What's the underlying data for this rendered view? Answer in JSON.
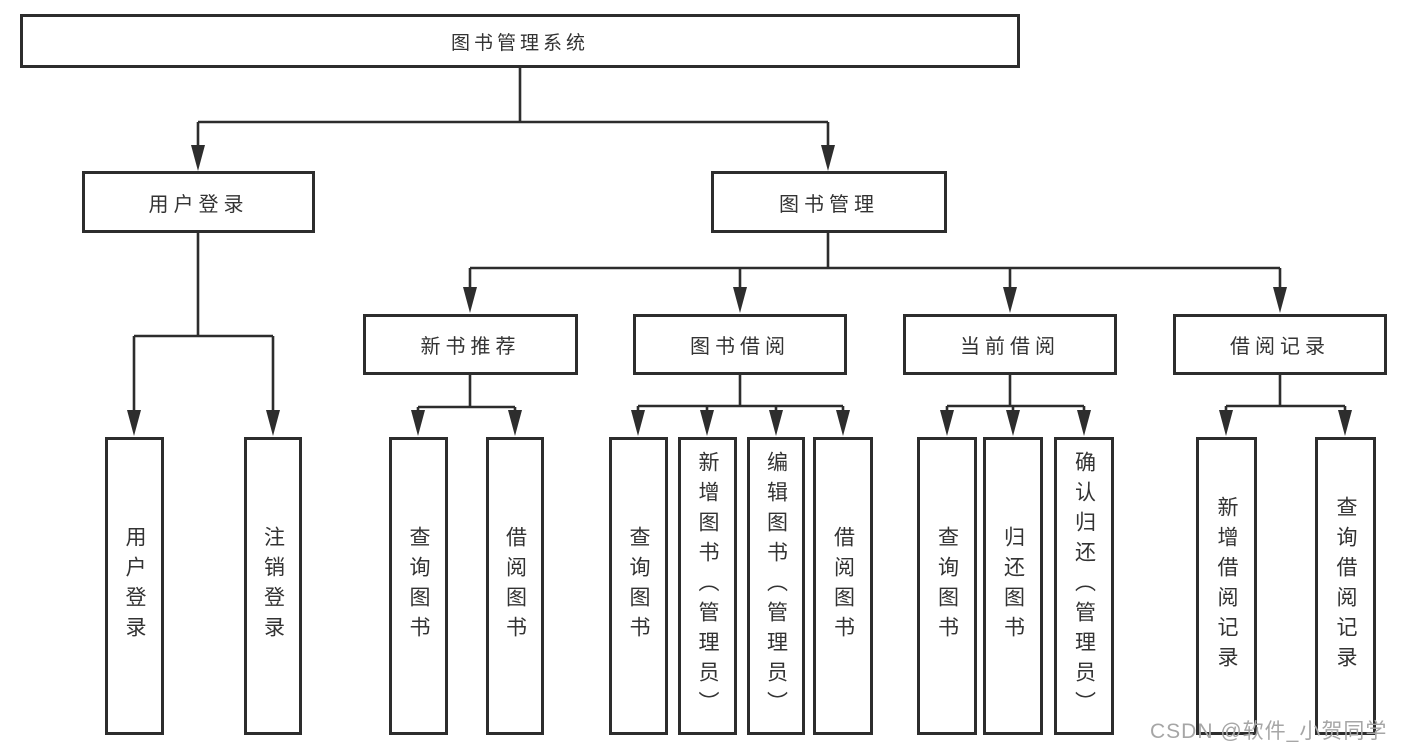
{
  "diagram": {
    "root": {
      "label": "图书管理系统"
    },
    "level2": [
      {
        "label": "用户登录"
      },
      {
        "label": "图书管理"
      }
    ],
    "level3": [
      {
        "label": "新书推荐"
      },
      {
        "label": "图书借阅"
      },
      {
        "label": "当前借阅"
      },
      {
        "label": "借阅记录"
      }
    ],
    "leaves": [
      {
        "label": "用户登录"
      },
      {
        "label": "注销登录"
      },
      {
        "label": "查询图书"
      },
      {
        "label": "借阅图书"
      },
      {
        "label": "查询图书"
      },
      {
        "label": "新增图书（管理员）"
      },
      {
        "label": "编辑图书（管理员）"
      },
      {
        "label": "借阅图书"
      },
      {
        "label": "查询图书"
      },
      {
        "label": "归还图书"
      },
      {
        "label": "确认归还（管理员）"
      },
      {
        "label": "新增借阅记录"
      },
      {
        "label": "查询借阅记录"
      }
    ]
  },
  "watermark": "CSDN @软件_小贺同学",
  "colors": {
    "line": "#2d2d2d",
    "text": "#333333",
    "watermark_gray": "#a6a6a6"
  }
}
